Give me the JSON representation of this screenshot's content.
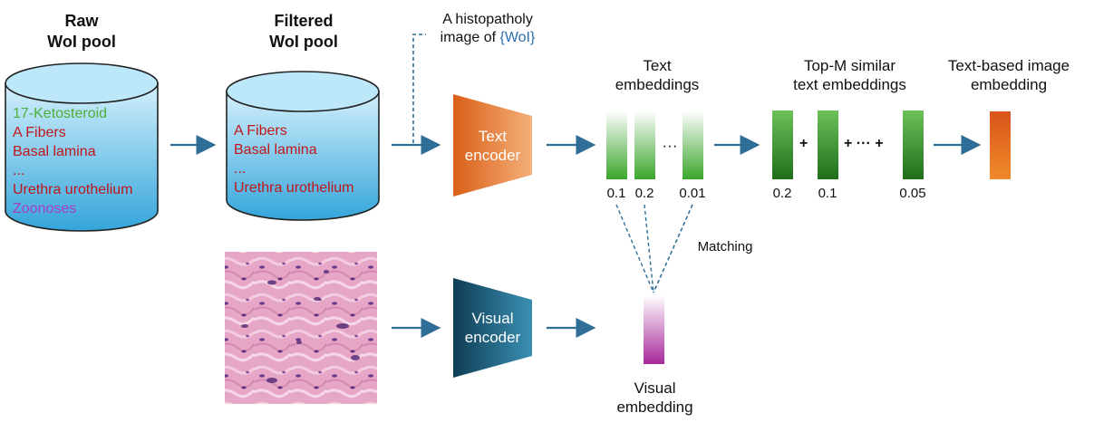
{
  "raw_pool": {
    "title_line1": "Raw",
    "title_line2": "WoI pool",
    "items": [
      {
        "text": "17-Ketosteroid",
        "color": "#4caf3a"
      },
      {
        "text": "A Fibers",
        "color": "#c0161b"
      },
      {
        "text": "Basal lamina",
        "color": "#c0161b"
      },
      {
        "text": "...",
        "color": "#c0161b"
      },
      {
        "text": "Urethra urothelium",
        "color": "#c0161b"
      },
      {
        "text": "Zoonoses",
        "color": "#a63fc4"
      }
    ]
  },
  "filtered_pool": {
    "title_line1": "Filtered",
    "title_line2": "WoI pool",
    "items": [
      {
        "text": "A Fibers",
        "color": "#c0161b"
      },
      {
        "text": "Basal lamina",
        "color": "#c0161b"
      },
      {
        "text": "...",
        "color": "#c0161b"
      },
      {
        "text": "Urethra urothelium",
        "color": "#c0161b"
      }
    ]
  },
  "prompt": {
    "line1": "A histopatholy",
    "line2_prefix": "image of ",
    "line2_highlight": "{WoI}",
    "highlight_color": "#2b6fb0"
  },
  "text_encoder": {
    "line1": "Text",
    "line2": "encoder",
    "color": "#e06a1f"
  },
  "visual_encoder": {
    "line1": "Visual",
    "line2": "encoder",
    "color": "#1b5e7a"
  },
  "text_embeddings": {
    "title_line1": "Text",
    "title_line2": "embeddings",
    "ellipsis": "···",
    "scores": [
      "0.1",
      "0.2",
      "0.01"
    ]
  },
  "top_m": {
    "title_line1": "Top-M similar",
    "title_line2": "text embeddings",
    "plus": "+",
    "plus_dots": "+ ··· +",
    "scores": [
      "0.2",
      "0.1",
      "0.05"
    ]
  },
  "text_based": {
    "title_line1": "Text-based image",
    "title_line2": "embedding"
  },
  "matching": {
    "label": "Matching"
  },
  "visual_embedding": {
    "line1": "Visual",
    "line2": "embedding"
  },
  "colors": {
    "arrow": "#2f6e96",
    "cylinder_fill": "#3fb2e4",
    "green": "#3a9a2c",
    "orange": "#e06a1f",
    "magenta": "#b12a9f"
  }
}
